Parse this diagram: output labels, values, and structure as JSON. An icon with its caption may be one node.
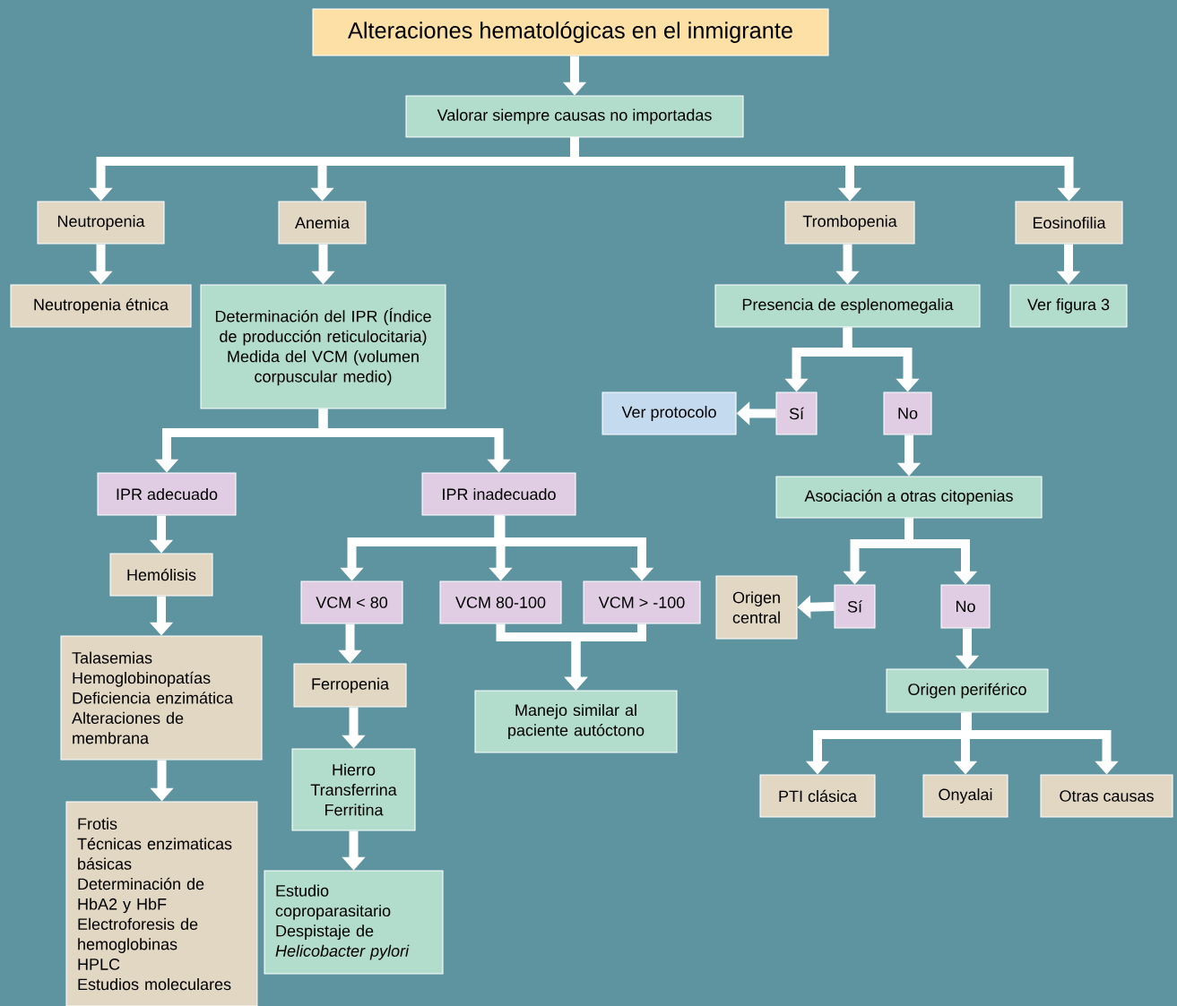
{
  "diagram": {
    "nodes": [
      {
        "text": [
          "Alteraciones hematológicas en el inmigrante"
        ]
      },
      {
        "text": [
          "Valorar siempre causas no importadas"
        ]
      },
      {
        "text": [
          "Neutropenia"
        ]
      },
      {
        "text": [
          "Anemia"
        ]
      },
      {
        "text": [
          "Trombopenia"
        ]
      },
      {
        "text": [
          "Eosinofilia"
        ]
      },
      {
        "text": [
          "Neutropenia étnica"
        ]
      },
      {
        "text": [
          "Determinación del IPR (Índice de producción reticulocitaria)",
          "Medida del VCM (volumen corpuscular medio)"
        ]
      },
      {
        "text": [
          "Presencia de esplenomegalia"
        ]
      },
      {
        "text": [
          "Ver figura 3"
        ]
      },
      {
        "text": [
          "Ver protocolo"
        ]
      },
      {
        "text": [
          "Sí"
        ]
      },
      {
        "text": [
          "No"
        ]
      },
      {
        "text": [
          "IPR adecuado"
        ]
      },
      {
        "text": [
          "IPR inadecuado"
        ]
      },
      {
        "text": [
          "Asociación a otras citopenias"
        ]
      },
      {
        "text": [
          "Hemólisis"
        ]
      },
      {
        "text": [
          "VCM < 80"
        ]
      },
      {
        "text": [
          "VCM 80-100"
        ]
      },
      {
        "text": [
          "VCM > -100"
        ]
      },
      {
        "text": [
          "Origen central"
        ]
      },
      {
        "text": [
          "Sí"
        ]
      },
      {
        "text": [
          "No"
        ]
      },
      {
        "text": [
          "Talasemias",
          "Hemoglobinopatías",
          "Deficiencia enzimática",
          "Alteraciones de membrana"
        ]
      },
      {
        "text": [
          "Ferropenia"
        ]
      },
      {
        "text": [
          "Manejo similar al paciente autóctono"
        ]
      },
      {
        "text": [
          "Origen periférico"
        ]
      },
      {
        "text": [
          "Hierro",
          "Transferrina",
          "Ferritina"
        ]
      },
      {
        "text": [
          "PTI clásica"
        ]
      },
      {
        "text": [
          "Onyalai"
        ]
      },
      {
        "text": [
          "Otras causas"
        ]
      },
      {
        "text": [
          "Frotis",
          "Técnicas enzimaticas básicas",
          "Determinación de HbA2 y HbF",
          "Electroforesis de hemoglobinas",
          "HPLC",
          "Estudios moleculares"
        ]
      },
      {
        "text": [
          "Estudio coproparasitario",
          "Despistaje de *Helicobacter pylori*"
        ]
      }
    ],
    "edges": [
      {
        "from": 0,
        "to": 1,
        "arrow": "to"
      },
      {
        "from": 1,
        "to": 2,
        "arrow": "to"
      },
      {
        "from": 1,
        "to": 3,
        "arrow": "to"
      },
      {
        "from": 1,
        "to": 4,
        "arrow": "to"
      },
      {
        "from": 1,
        "to": 5,
        "arrow": "to"
      },
      {
        "from": 2,
        "to": 6,
        "arrow": "to"
      },
      {
        "from": 3,
        "to": 7,
        "arrow": "to"
      },
      {
        "from": 4,
        "to": 8,
        "arrow": "to"
      },
      {
        "from": 5,
        "to": 9,
        "arrow": "to"
      },
      {
        "from": 8,
        "to": 11,
        "arrow": "to"
      },
      {
        "from": 8,
        "to": 12,
        "arrow": "to"
      },
      {
        "from": 11,
        "to": 10,
        "arrow": "to"
      },
      {
        "from": 12,
        "to": 15,
        "arrow": "to"
      },
      {
        "from": 7,
        "to": 13,
        "arrow": "to"
      },
      {
        "from": 7,
        "to": 14,
        "arrow": "to"
      },
      {
        "from": 13,
        "to": 16,
        "arrow": "to"
      },
      {
        "from": 16,
        "to": 23,
        "arrow": "to"
      },
      {
        "from": 23,
        "to": 31,
        "arrow": "to"
      },
      {
        "from": 14,
        "to": 17,
        "arrow": "to"
      },
      {
        "from": 14,
        "to": 18,
        "arrow": "to"
      },
      {
        "from": 14,
        "to": 19,
        "arrow": "to"
      },
      {
        "from": 17,
        "to": 24,
        "arrow": "to"
      },
      {
        "from": 24,
        "to": 27,
        "arrow": "to"
      },
      {
        "from": 27,
        "to": 32,
        "arrow": "to"
      },
      {
        "from": 18,
        "to": 25,
        "arrow": "to"
      },
      {
        "from": 19,
        "to": 25,
        "arrow": "to"
      },
      {
        "from": 15,
        "to": 21,
        "arrow": "to"
      },
      {
        "from": 15,
        "to": 22,
        "arrow": "to"
      },
      {
        "from": 21,
        "to": 20,
        "arrow": "to"
      },
      {
        "from": 22,
        "to": 26,
        "arrow": "to"
      },
      {
        "from": 26,
        "to": 28,
        "arrow": "to"
      },
      {
        "from": 26,
        "to": 29,
        "arrow": "to"
      },
      {
        "from": 26,
        "to": 30,
        "arrow": "to"
      }
    ]
  }
}
